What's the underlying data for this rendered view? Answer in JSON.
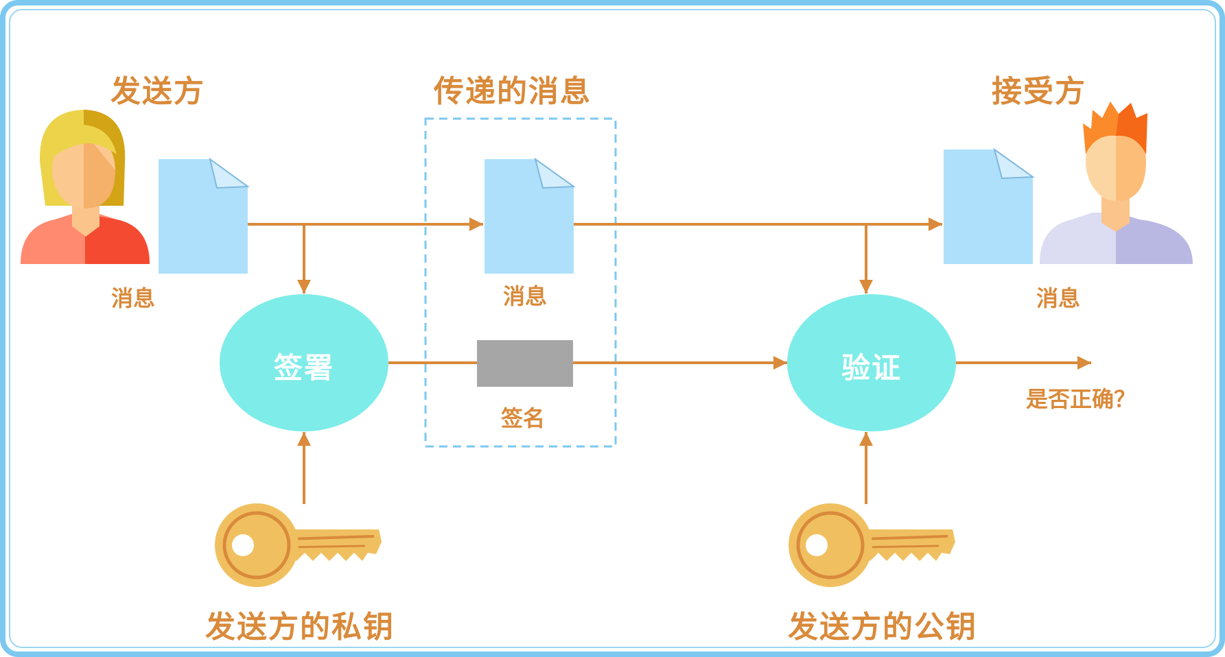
{
  "title": "",
  "roles": {
    "sender": "发送方",
    "message_in_transit": "传递的消息",
    "receiver": "接受方"
  },
  "documents": {
    "sender_doc_label": "消息",
    "transit_doc_label": "消息",
    "receiver_doc_label": "消息",
    "signature_label": "签名"
  },
  "nodes": {
    "sign": "签署",
    "verify": "验证"
  },
  "result": "是否正确？",
  "keys": {
    "private_key": "发送方的私钥",
    "public_key": "发送方的公钥"
  },
  "colors": {
    "frame": "#7cc8f0",
    "arrow": "#d98a3a",
    "label": "#d98a3a",
    "document": "#aee0fb",
    "node": "#7eece9",
    "signature_block": "#a6a6a6",
    "key": "#f0c060"
  }
}
